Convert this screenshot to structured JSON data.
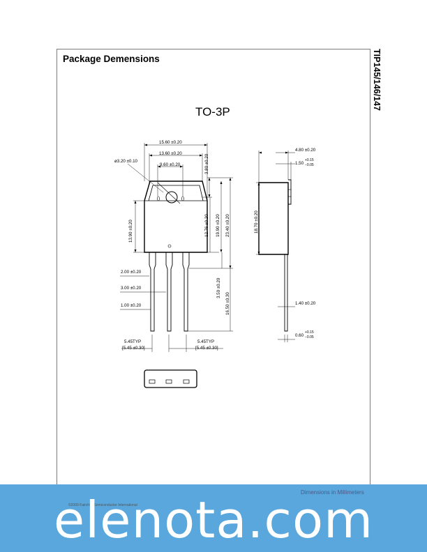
{
  "header": {
    "section_title": "Package Demensions",
    "part_numbers": "TIP145/146/147"
  },
  "package": {
    "name": "TO-3P"
  },
  "dimensions": {
    "width_total": "15.60 ±0.20",
    "width_tab": "13.60 ±0.20",
    "hole_spacing": "9.60 ±0.20",
    "hole_dia": "ø3.20 ±0.10",
    "top_to_hole": "3.80 ±0.20",
    "body_height": "13.90 ±0.20",
    "hole_to_bottom": "12.76 ±0.20",
    "body_total_height": "19.90 ±0.20",
    "overall_height": "23.40 ±0.20",
    "lead_width_upper": "2.00 ±0.20",
    "lead_width_mid": "3.00 ±0.20",
    "lead_width": "1.00 ±0.20",
    "lead_shoulder": "3.50 ±0.20",
    "lead_length": "16.50 ±0.30",
    "pitch_left": "5.45TYP",
    "pitch_left_tol": "[5.45 ±0.30]",
    "pitch_right": "5.45TYP",
    "pitch_right_tol": "[5.45 ±0.30]",
    "side_thickness": "4.80 ±0.20",
    "side_tab": "1.50",
    "side_tab_tol_top": "+0.15",
    "side_tab_tol_bot": "−0.05",
    "side_height": "18.70 ±0.20",
    "side_lead_w": "1.40 ±0.20",
    "side_lead_t": "0.60",
    "side_lead_tol_top": "+0.15",
    "side_lead_tol_bot": "−0.05"
  },
  "footer": {
    "units_note": "Dimensions in Millimeters",
    "copyright": "©2000 Fairchild Semiconductor International"
  },
  "watermark": {
    "text": "elenota.com",
    "color": "#59a7dc"
  }
}
